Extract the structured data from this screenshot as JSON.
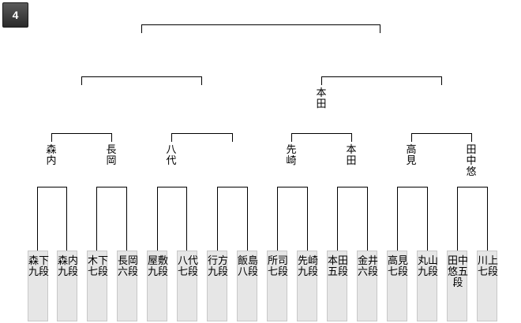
{
  "badge": "4",
  "players": [
    "森下九段",
    "森内九段",
    "木下七段",
    "長岡六段",
    "屋敷九段",
    "八代七段",
    "行方九段",
    "飯島八段",
    "所司七段",
    "先崎九段",
    "本田五段",
    "金井六段",
    "高見七段",
    "丸山九段",
    "田中悠五段",
    "川上七段"
  ],
  "round1_winners": [
    "森内",
    "長岡",
    "八代",
    "",
    "先崎",
    "本田",
    "高見",
    "田中悠"
  ],
  "round2_winners": [
    "",
    "",
    "本田",
    ""
  ],
  "round3_winners": [
    "",
    ""
  ],
  "champion": ""
}
